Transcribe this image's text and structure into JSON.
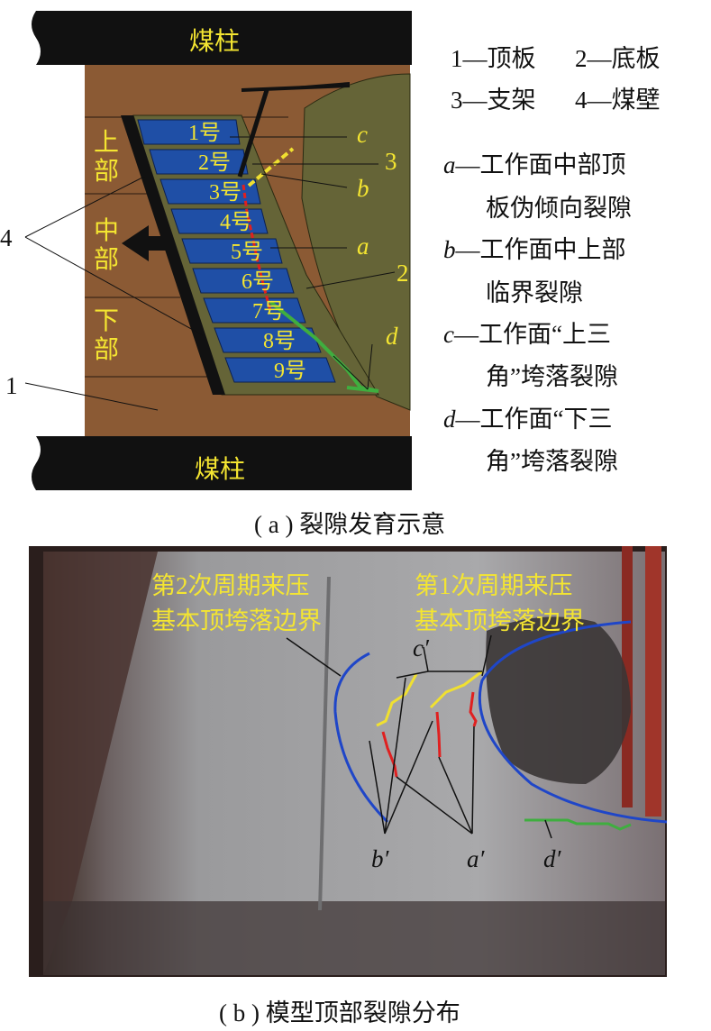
{
  "panel_a": {
    "caption": "( a ) 裂隙发育示意",
    "pillar_top": "煤柱",
    "pillar_bottom": "煤柱",
    "zones": {
      "upper": [
        "上",
        "部"
      ],
      "middle": [
        "中",
        "部"
      ],
      "lower": [
        "下",
        "部"
      ]
    },
    "supports": [
      "1号",
      "2号",
      "3号",
      "4号",
      "5号",
      "6号",
      "7号",
      "8号",
      "9号"
    ],
    "markers": {
      "n1": "1",
      "n2": "2",
      "n3": "3",
      "n4": "4",
      "a": "a",
      "b": "b",
      "c": "c",
      "d": "d"
    },
    "legend": {
      "row1": [
        "1—顶板",
        "2—底板"
      ],
      "row2": [
        "3—支架",
        "4—煤壁"
      ],
      "a_key": "a",
      "a_line1": "—工作面中部顶",
      "a_line2": "板伪倾向裂隙",
      "b_key": "b",
      "b_line1": "—工作面中上部",
      "b_line2": "临界裂隙",
      "c_key": "c",
      "c_line1": "—工作面“上三",
      "c_line2": "角”垮落裂隙",
      "d_key": "d",
      "d_line1": "—工作面“下三",
      "d_line2": "角”垮落裂隙"
    },
    "colors": {
      "roof": "#8b5a34",
      "floor": "#656437",
      "support": "#1f4fa6",
      "pillar": "#111111",
      "label": "#f4e531"
    }
  },
  "panel_b": {
    "caption": "( b ) 模型顶部裂隙分布",
    "label_second": [
      "第2次周期来压",
      "基本顶垮落边界"
    ],
    "label_first": [
      "第1次周期来压",
      "基本顶垮落边界"
    ],
    "markers": {
      "a": "a′",
      "b": "b′",
      "c": "c′",
      "d": "d′"
    },
    "colors": {
      "boundary": "#1f46c8",
      "crack_a": "#e02020",
      "crack_b": "#f0e030",
      "crack_d": "#3fae3f",
      "label": "#f4e531"
    }
  }
}
